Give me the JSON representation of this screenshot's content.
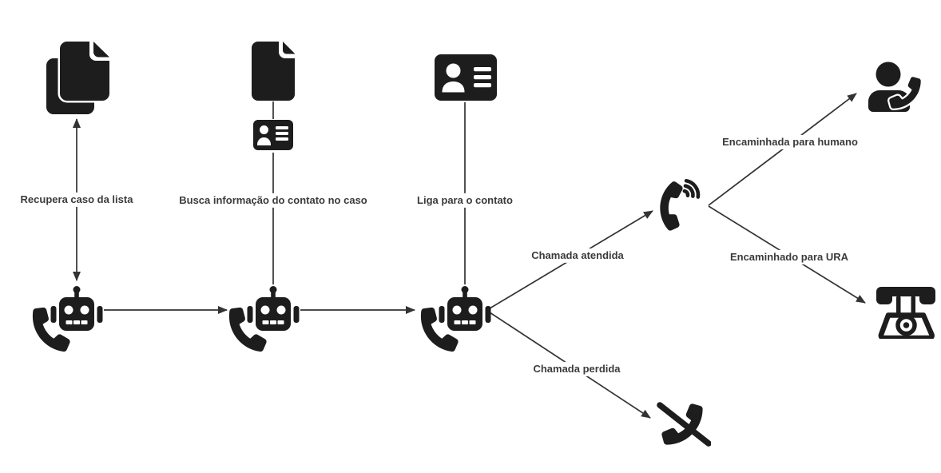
{
  "diagram": {
    "colors": {
      "background": "#ffffff",
      "icon": "#1d1d1d",
      "line": "#333333",
      "text": "#3b3b3b"
    },
    "nodes": [
      {
        "id": "case-list",
        "icon": "copy-documents-icon",
        "meaning": "lista de casos"
      },
      {
        "id": "case-document",
        "icon": "file-icon",
        "meaning": "caso"
      },
      {
        "id": "contact-badge",
        "icon": "id-badge-icon",
        "meaning": "contato"
      },
      {
        "id": "contact-card",
        "icon": "address-card-icon",
        "meaning": "contato"
      },
      {
        "id": "robot-agent-1",
        "icon": "robot-phone-icon",
        "meaning": "robô de ligação"
      },
      {
        "id": "robot-agent-2",
        "icon": "robot-phone-icon",
        "meaning": "robô de ligação"
      },
      {
        "id": "robot-agent-3",
        "icon": "robot-phone-icon",
        "meaning": "robô de ligação"
      },
      {
        "id": "answered-call",
        "icon": "phone-volume-icon",
        "meaning": "chamada em andamento"
      },
      {
        "id": "human-agent",
        "icon": "person-phone-icon",
        "meaning": "atendente humano"
      },
      {
        "id": "ura-phone",
        "icon": "retro-phone-icon",
        "meaning": "URA"
      },
      {
        "id": "missed-call",
        "icon": "phone-slash-icon",
        "meaning": "chamada perdida"
      }
    ],
    "edges": [
      {
        "from": "robot-agent-1",
        "to": "case-list",
        "label": "Recupera caso da lista",
        "arrows": "both"
      },
      {
        "from": "case-document",
        "to": "robot-agent-2",
        "label": "Busca informação do contato no caso",
        "arrows": "none"
      },
      {
        "from": "contact-card",
        "to": "robot-agent-3",
        "label": "Liga para o contato",
        "arrows": "none"
      },
      {
        "from": "robot-agent-1",
        "to": "robot-agent-2",
        "label": "",
        "arrows": "end"
      },
      {
        "from": "robot-agent-2",
        "to": "robot-agent-3",
        "label": "",
        "arrows": "end"
      },
      {
        "from": "robot-agent-3",
        "to": "answered-call",
        "label": "Chamada atendida",
        "arrows": "end"
      },
      {
        "from": "robot-agent-3",
        "to": "missed-call",
        "label": "Chamada perdida",
        "arrows": "end"
      },
      {
        "from": "answered-call",
        "to": "human-agent",
        "label": "Encaminhada para humano",
        "arrows": "end"
      },
      {
        "from": "answered-call",
        "to": "ura-phone",
        "label": "Encaminhado para URA",
        "arrows": "end"
      }
    ]
  }
}
